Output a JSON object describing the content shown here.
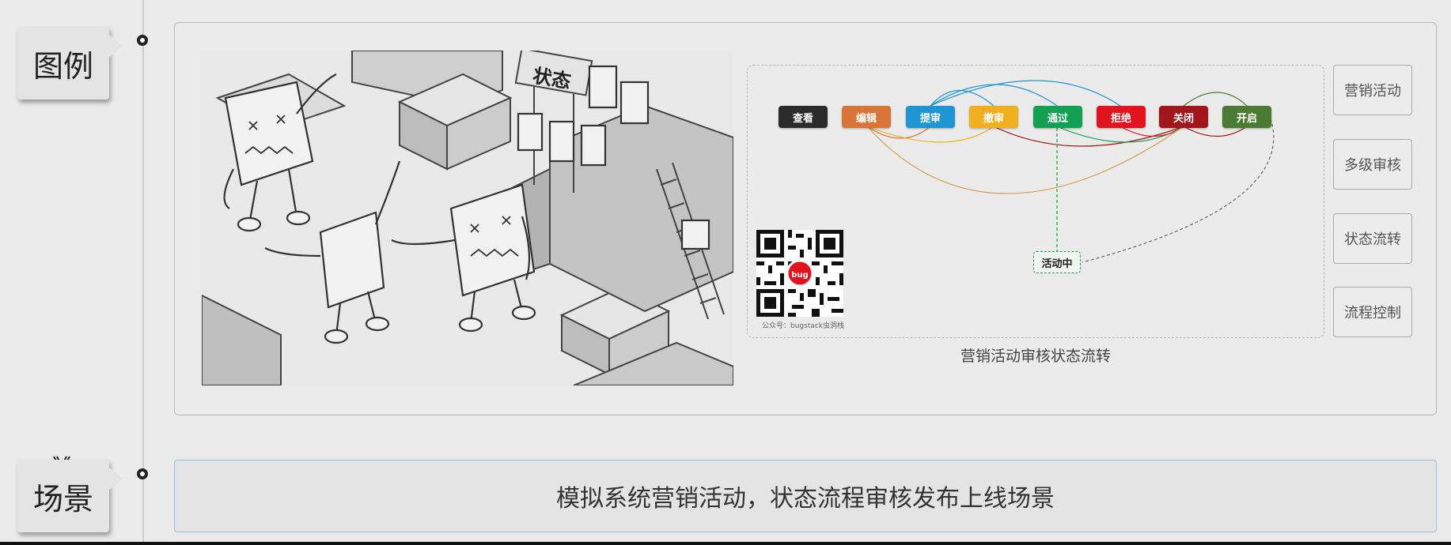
{
  "legend": {
    "label": "图例"
  },
  "scene": {
    "label": "场景",
    "description": "模拟系统营销活动，状态流程审核发布上线场景"
  },
  "illustration": {
    "sign_text": "状态"
  },
  "diagram": {
    "states": [
      {
        "label": "查看",
        "color": "#2b2b2b"
      },
      {
        "label": "编辑",
        "color": "#d8763a"
      },
      {
        "label": "提审",
        "color": "#1f95d4"
      },
      {
        "label": "撤审",
        "color": "#f0b020"
      },
      {
        "label": "通过",
        "color": "#13a052"
      },
      {
        "label": "拒绝",
        "color": "#e0131e"
      },
      {
        "label": "关闭",
        "color": "#a0161a"
      },
      {
        "label": "开启",
        "color": "#4b7a32"
      }
    ],
    "active_state": "活动中",
    "qr_caption": "公众号：bugstack虫洞栈",
    "qr_badge": "bug",
    "caption": "营销活动审核状态流转"
  },
  "tags": [
    "营销活动",
    "多级审核",
    "状态流转",
    "流程控制"
  ]
}
